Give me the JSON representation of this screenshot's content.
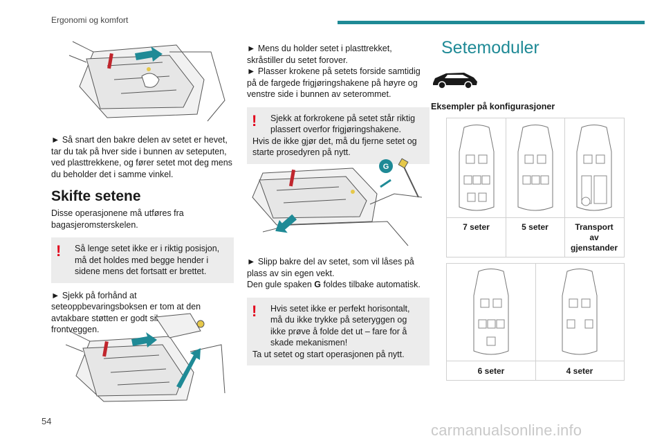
{
  "header": {
    "title": "Ergonomi og komfort",
    "accent_color": "#1f8a96"
  },
  "page_number": "54",
  "watermark": "carmanualsonline.info",
  "col1": {
    "step1": "► Så snart den bakre delen av setet er hevet, tar du tak på hver side i bunnen av seteputen, ved plasttrekkene, og fører setet mot deg mens du beholder det i samme vinkel.",
    "heading": "Skifte setene",
    "intro": "Disse operasjonene må utføres fra bagasjeromsterskelen.",
    "warning": "Så lenge setet ikke er i riktig posisjon, må det holdes med begge hender i sidene mens det fortsatt er brettet.",
    "step2": "► Sjekk på forhånd at seteoppbevaringsboksen er tom at den avtakbare støtten er godt sikret mot frontveggen."
  },
  "col2": {
    "step1": "► Mens du holder setet i plasttrekket, skråstiller du setet forover.",
    "step2": "► Plasser krokene på setets forside samtidig på de fargede frigjøringshakene på høyre og venstre side i bunnen av seterommet.",
    "warning1_a": "Sjekk at forkrokene på setet står riktig plassert overfor frigjøringshakene.",
    "warning1_b": "Hvis de ikke gjør det, må du fjerne setet og starte prosedyren på nytt.",
    "label_g": "G",
    "step3_a": "► Slipp bakre del av setet, som vil låses på plass av sin egen vekt.",
    "step3_b_pre": "Den gule spaken ",
    "step3_b_bold": "G",
    "step3_b_post": " foldes tilbake automatisk.",
    "warning2_a": "Hvis setet ikke er perfekt horisontalt, må du ikke trykke på seteryggen og ikke prøve å folde det ut – fare for å skade mekanismen!",
    "warning2_b": "Ta ut setet og start operasjonen på nytt."
  },
  "col3": {
    "title": "Setemoduler",
    "subtitle": "Eksempler på konfigurasjoner",
    "configs_row1": [
      "7 seter",
      "5 seter",
      "Transport av gjenstander"
    ],
    "configs_row2": [
      "6 seter",
      "4 seter"
    ]
  },
  "warning_color": "#e2001a"
}
